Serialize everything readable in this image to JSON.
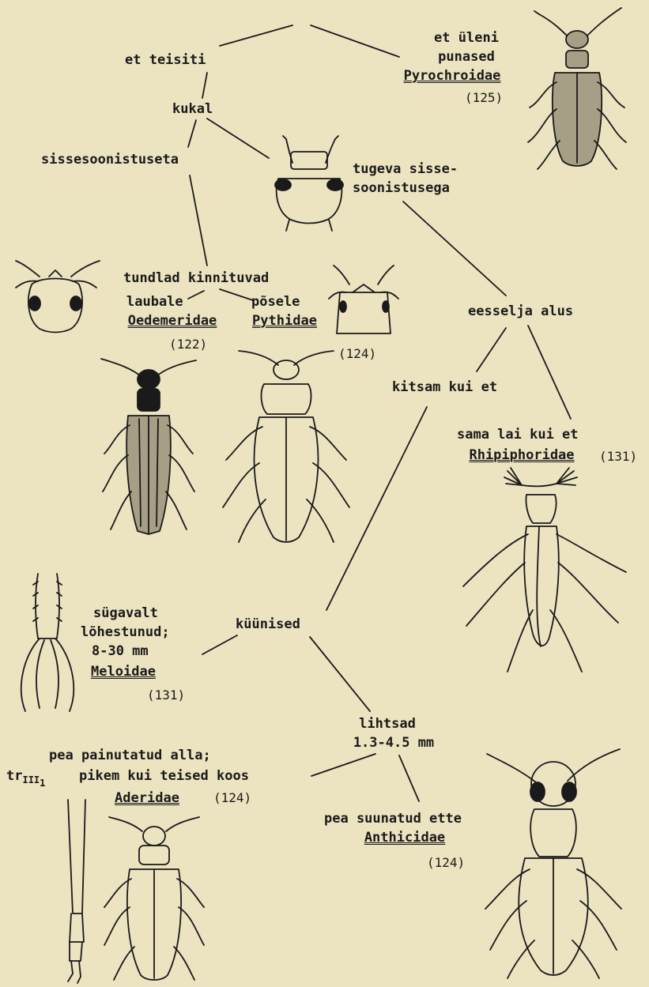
{
  "nodes": {
    "et_teisiti": "et teisiti",
    "et_uleni_1": "et üleni",
    "et_uleni_2": "punased",
    "pyrochroidae": "Pyrochroidae",
    "ref_125": "(125)",
    "kukal": "kukal",
    "sissesoonistuseta": "sissesoonistuseta",
    "tugeva_1": "tugeva sisse-",
    "tugeva_2": "soonistusega",
    "tundlad": "tundlad kinnituvad",
    "laubale": "laubale",
    "oedemeridae": "Oedemeridae",
    "ref_122": "(122)",
    "poosele": "põsele",
    "pythidae": "Pythidae",
    "ref_124a": "(124)",
    "eesselja": "eesselja alus",
    "kitsam": "kitsam kui et",
    "sama_lai": "sama lai kui et",
    "rhipiphoridae": "Rhipiphoridae",
    "ref_131a": "(131)",
    "sugavalt_1": "sügavalt",
    "sugavalt_2": "lõhestunud;",
    "sugavalt_3": "8-30 mm",
    "meloidae": "Meloidae",
    "ref_131b": "(131)",
    "kuunised": "küünised",
    "lihtsad_1": "lihtsad",
    "lihtsad_2": "1.3-4.5 mm",
    "pea_alla": "pea painutatud alla;",
    "tr_main": "tr",
    "tr_sub1": "III",
    "tr_sub2": "1",
    "pikem": "pikem kui teised koos",
    "aderidae": "Aderidae",
    "ref_124b": "(124)",
    "pea_ette": "pea suunatud ette",
    "anthicidae": "Anthicidae",
    "ref_124c": "(124)"
  },
  "figures": {
    "fig_pyrochroidae": "beetle",
    "fig_head_pyrochroid": "head",
    "fig_head_oedemerid": "head",
    "fig_head_pythid": "head",
    "fig_oedemeridae": "beetle",
    "fig_pythidae": "beetle",
    "fig_rhipiphoridae": "beetle",
    "fig_meloid_claw": "claw",
    "fig_aderid_tarsus": "tarsus",
    "fig_aderidae": "beetle",
    "fig_anthicidae": "beetle"
  },
  "colors": {
    "paper": "#ece3c1",
    "ink": "#1a1a1a"
  }
}
